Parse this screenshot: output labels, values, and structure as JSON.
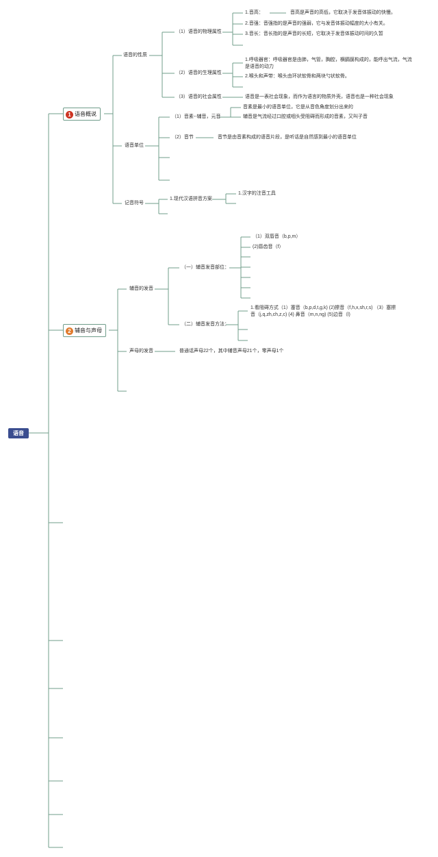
{
  "root": "语音",
  "sections": [
    {
      "number": "1",
      "label": "语音概说",
      "children": [
        {
          "label": "语音的性质",
          "children": [
            {
              "label": "（1）语音的物理属性",
              "items": [
                "1.音高：",
                "音高是声音的高低，它取决于发音体振动的快慢。",
                "2.音强：音强指的是声音的强弱，它与发音体振动幅度的大小有关。",
                "3.音长：音长指的是声音的长短，它取决于发音体振动时间的久暂"
              ]
            },
            {
              "label": "（2）语音的生理属性",
              "items": [
                "1.呼吸器官：呼吸器官是由肺，气管，胸腔，横膈膜构成的，能呼出气流，气流是语音的动力",
                "2.喉头和声带：喉头由环状软骨和两块勺状软骨。"
              ]
            },
            {
              "label": "（3）语音的社会属性",
              "items": [
                "语音是一表社会现象，而作为语言的物质外壳，语音也是一种社会现象"
              ]
            }
          ]
        },
        {
          "label": "语音单位",
          "children": [
            {
              "label": "（1）音素--辅音，元音",
              "items": [
                "音素是最小的语音单位，它是从音色角度划分出来的",
                "辅音是气流经过口腔或咽头受阻碍而形成的音素，又叫子音"
              ]
            },
            {
              "label": "（2）音节",
              "items": [
                "音节是由音素构成的语音片段，是听话是自然感到最小的语音单位"
              ]
            }
          ]
        },
        {
          "label": "记音符号",
          "children": [
            {
              "label": "1.现代汉语拼音方案",
              "items": [
                "1.汉字的注音工具"
              ]
            }
          ]
        }
      ]
    },
    {
      "number": "2",
      "label": "辅音与声母",
      "children": [
        {
          "label": "辅音的发音",
          "children": [
            {
              "label": "（一）辅音发音部位：",
              "items": [
                "（1）双唇音（b,p,m）",
                "(2)唇齿音（f）"
              ]
            },
            {
              "label": "（二）辅音发音方法：",
              "items": [
                "1.看阻碍方式（1）塞音（b,p,d,t,g,k) (2)擦音（f,h,x,sh,r,s) （3）塞擦音（j,q,zh,ch,z,c) (4) 鼻音（m,n,ng) (5)边音（l)"
              ]
            }
          ]
        },
        {
          "label": "声母的发音",
          "children": [
            {
              "label": "普通话声母22个，其中辅音声母21个，零声母1个",
              "items": []
            }
          ]
        }
      ]
    }
  ]
}
